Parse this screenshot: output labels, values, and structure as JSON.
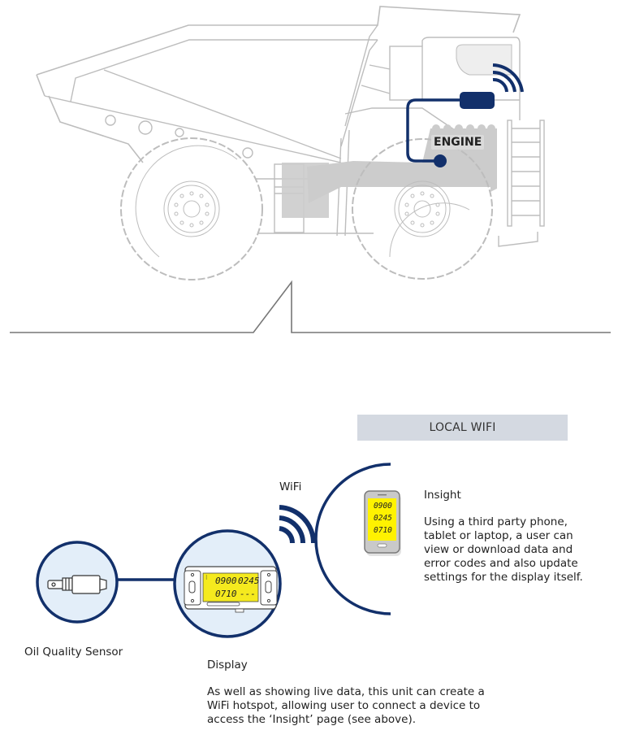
{
  "truck": {
    "engine_label": "ENGINE"
  },
  "banner": {
    "label": "LOCAL WIFI"
  },
  "wifi_label": "WiFi",
  "sensor": {
    "label": "Oil Quality Sensor"
  },
  "display": {
    "title": "Display",
    "description": "As well as showing live data, this unit can create a WiFi hotspot, allowing user to connect a device to access the ‘Insight’ page (see above).",
    "lcd_line1_left": "0900",
    "lcd_line1_right": "0245",
    "lcd_line2_left": "0710",
    "lcd_line2_right": "---"
  },
  "insight": {
    "title": "Insight",
    "description_lines": [
      "Using a third party phone,",
      "tablet or laptop, a user can",
      "view or download data and",
      "error codes and also update",
      "settings for the display itself."
    ],
    "phone_lines": [
      "0900",
      "0245",
      "0710"
    ]
  },
  "colors": {
    "navy": "#12306b",
    "truck_line": "#bdbdbd",
    "engine_fill": "#cccccc",
    "circle_fill": "#e3eef9",
    "lcd_yellow": "#f5ea1e",
    "phone_yellow": "#fff200",
    "banner_bg": "#d4d9e1"
  }
}
